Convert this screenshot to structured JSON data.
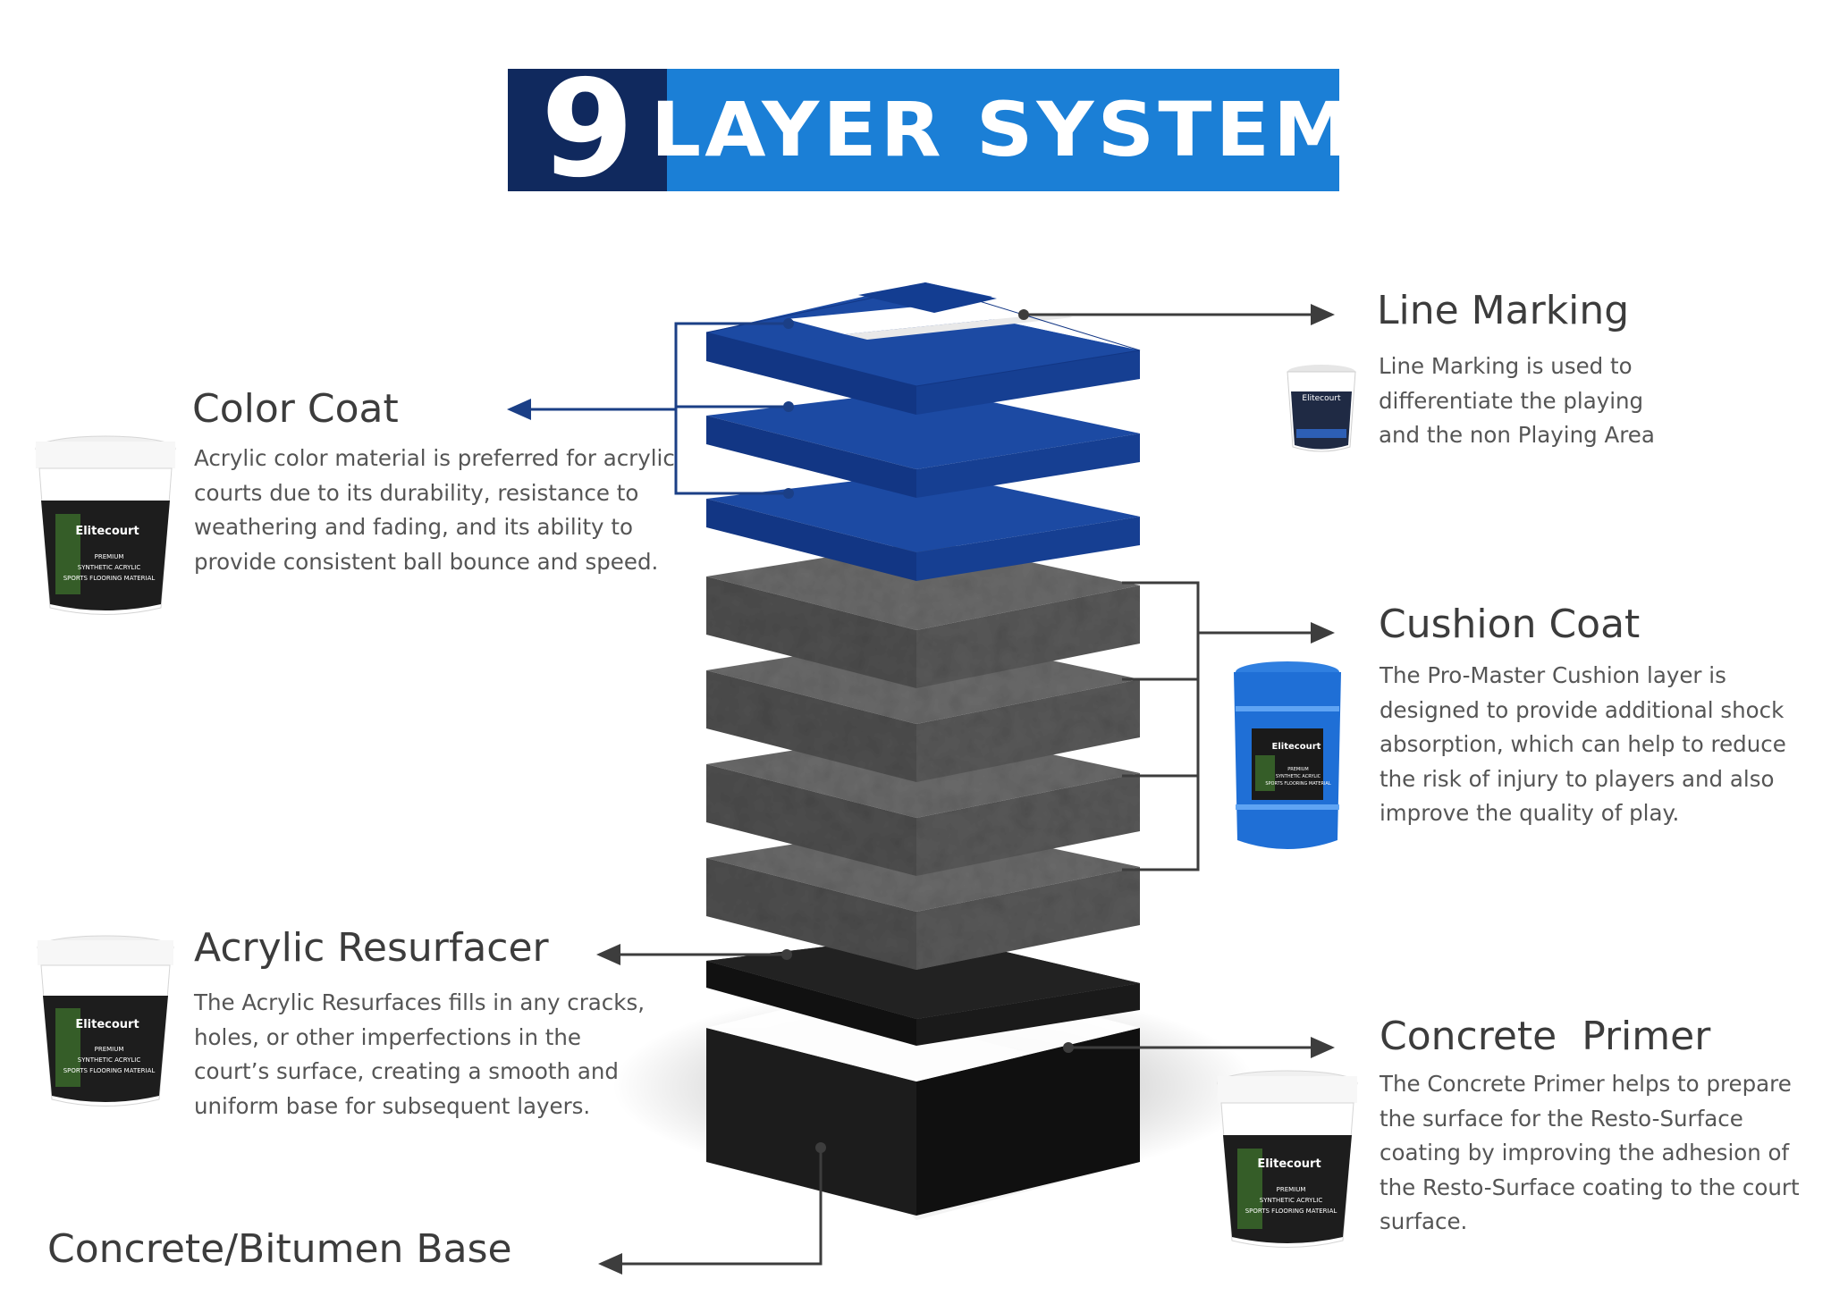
{
  "banner": {
    "number": "9",
    "title": "LAYER SYSTEM"
  },
  "layers": {
    "line_marking": {
      "title": "Line Marking",
      "description": "Line Marking is used to differentiate the playing and the non Playing Area"
    },
    "color_coat": {
      "title": "Color Coat",
      "description": "Acrylic color material is preferred for acrylic courts due to its durability, resistance to weathering and fading, and its ability to provide consistent ball bounce and speed."
    },
    "cushion_coat": {
      "title": "Cushion Coat",
      "description": "The Pro-Master Cushion layer is designed to provide additional shock absorption, which can help to reduce the risk of injury to players and also improve the quality of play."
    },
    "acrylic_resurfacer": {
      "title": "Acrylic Resurfacer",
      "description": "The Acrylic Resurfaces fills in any cracks, holes, or other imperfections in the court’s surface, creating a smooth and uniform base for subsequent layers."
    },
    "concrete_primer": {
      "title": "Concrete  Primer",
      "description": "The Concrete Primer helps to prepare the surface for the Resto-Surface coating by improving the adhesion of the Resto-Surface coating to the court surface."
    },
    "base": {
      "title": "Concrete/Bitumen Base"
    }
  },
  "product_label": {
    "brand": "Elitecourt",
    "line1": "PREMIUM",
    "line2": "SYNTHETIC ACRYLIC",
    "line3": "SPORTS FLOORING MATERIAL"
  },
  "colors": {
    "banner_dark": "#10295e",
    "banner_light": "#1b7fd6",
    "blue_layer": "#143f91",
    "cushion_layer": "#575757",
    "connector_dark": "#3d3d3d",
    "connector_blue": "#1b3f86"
  }
}
